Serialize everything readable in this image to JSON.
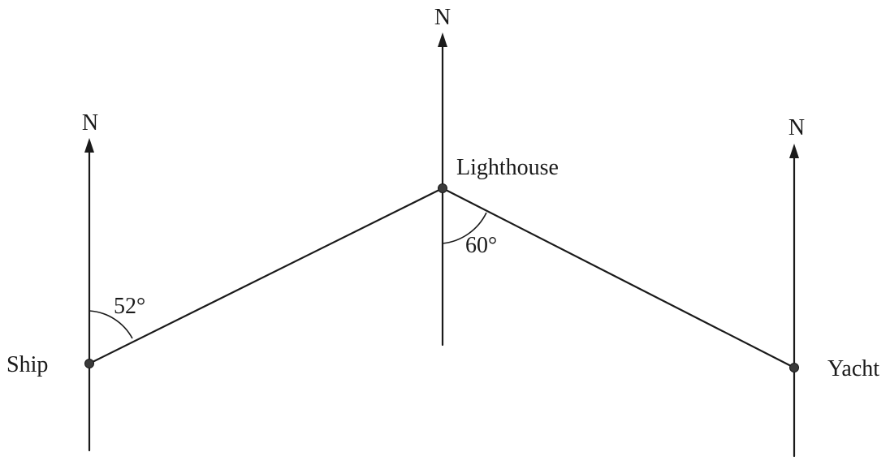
{
  "north_label": "N",
  "points": {
    "ship": "Ship",
    "lighthouse": "Lighthouse",
    "yacht": "Yacht"
  },
  "angles": {
    "ship_bearing": "52°",
    "lighthouse_angle": "60°"
  }
}
